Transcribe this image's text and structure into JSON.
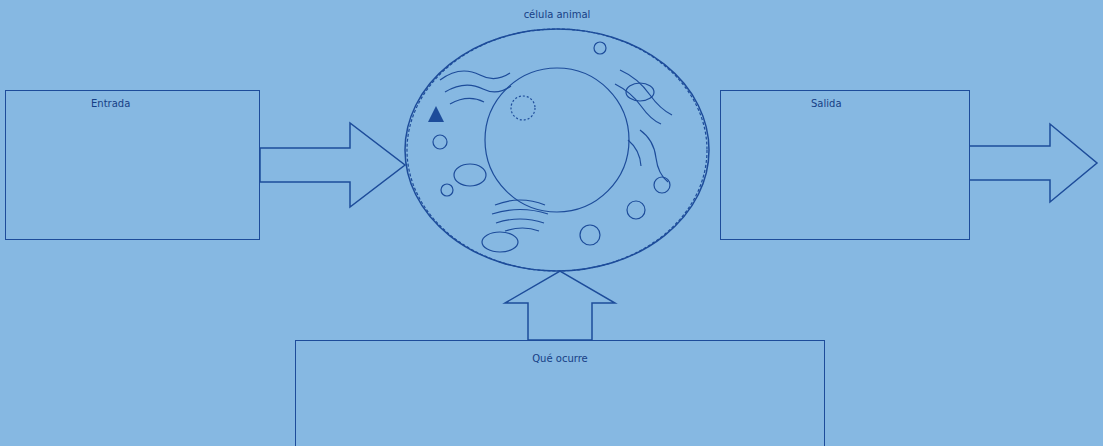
{
  "diagram": {
    "nodes": [
      {
        "text": [
          "Entrada"
        ]
      },
      {
        "text": [
          "célula animal"
        ]
      },
      {
        "text": [
          "Salida"
        ]
      },
      {
        "text": [
          "Qué ocurre"
        ]
      }
    ],
    "edges": [
      {
        "from": 0,
        "to": 1,
        "arrow": "to"
      },
      {
        "from": 3,
        "to": 1,
        "arrow": "to"
      }
    ]
  }
}
